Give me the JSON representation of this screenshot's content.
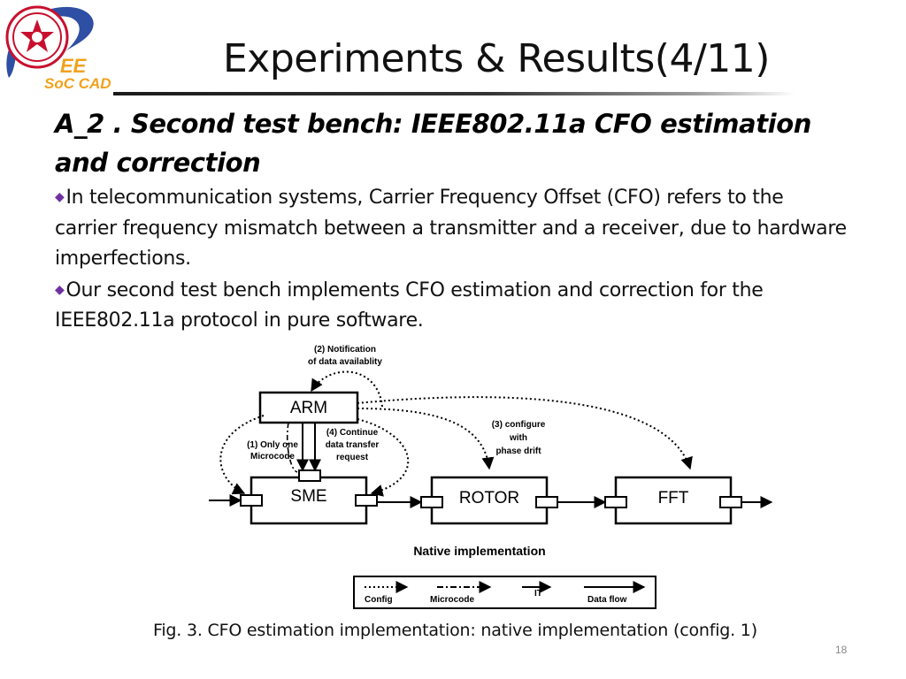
{
  "logo": {
    "icon": "university-seal-icon",
    "text_top": "EE",
    "text_bottom": "SoC CAD",
    "colors": {
      "seal": "#c8102e",
      "swoosh": "#2e4fa3",
      "text": "#f0a21e"
    }
  },
  "slide": {
    "title": "Experiments & Results(4/11)",
    "slide_number": "18"
  },
  "content": {
    "heading": "A_2 . Second test bench: IEEE802.11a CFO estimation and correction",
    "bullets": [
      {
        "icon": "diamond-bullet-icon",
        "text": "In telecommunication systems, Carrier Frequency Offset (CFO) refers to the carrier frequency mismatch between a transmitter and a receiver, due to hardware imperfections."
      },
      {
        "icon": "diamond-bullet-icon",
        "text": "Our second test bench implements CFO estimation and correction for the IEEE802.11a protocol in pure software."
      }
    ],
    "bullet_color": "#7030a0"
  },
  "figure": {
    "blocks": {
      "arm": "ARM",
      "sme": "SME",
      "rotor": "ROTOR",
      "fft": "FFT"
    },
    "annotations": {
      "notification": [
        "(2) Notification",
        "of data availablity"
      ],
      "only_one": [
        "(1) Only one",
        "Microcode"
      ],
      "continue": [
        "(4) Continue",
        "data transfer",
        "request"
      ],
      "configure": [
        "(3) configure",
        "with",
        "phase drift"
      ]
    },
    "subtitle": "Native implementation",
    "legend": {
      "config": "Config",
      "microcode": "Microcode",
      "it": "IT",
      "data_flow": "Data flow"
    }
  },
  "caption": "Fig. 3. CFO estimation implementation: native implementation (config. 1)"
}
